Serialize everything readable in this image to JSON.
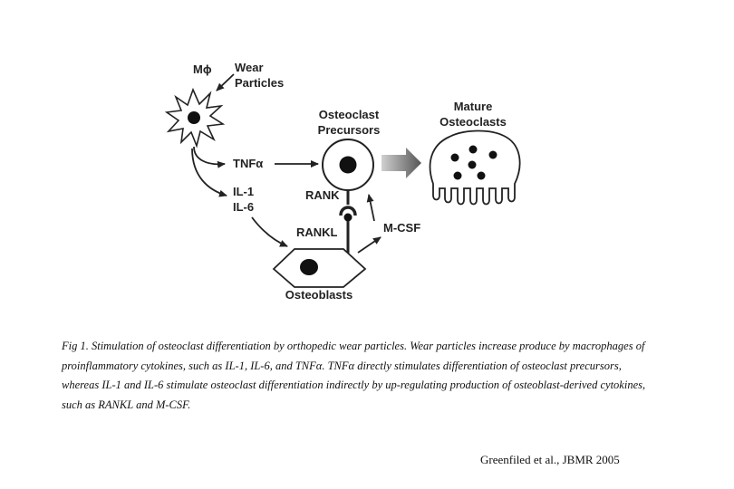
{
  "diagram": {
    "labels": {
      "macrophage": "Mϕ",
      "wear_particles_line1": "Wear",
      "wear_particles_line2": "Particles",
      "tnf": "TNFα",
      "il1": "IL-1",
      "il6": "IL-6",
      "precursors_line1": "Osteoclast",
      "precursors_line2": "Precursors",
      "mature_line1": "Mature",
      "mature_line2": "Osteoclasts",
      "rank": "RANK",
      "rankl": "RANKL",
      "mcsf": "M-CSF",
      "osteoblasts": "Osteoblasts"
    }
  },
  "caption": {
    "text": "Fig 1. Stimulation of osteoclast differentiation by orthopedic wear particles. Wear particles increase produce by macrophages of proinflammatory cytokines, such as IL-1, IL-6, and TNFα. TNFα directly stimulates differentiation of osteoclast precursors, whereas IL-1 and IL-6 stimulate osteoclast differentiation indirectly by up-regulating production of osteoblast-derived cytokines, such as RANKL and M-CSF."
  },
  "citation": "Greenfiled et al., JBMR 2005"
}
